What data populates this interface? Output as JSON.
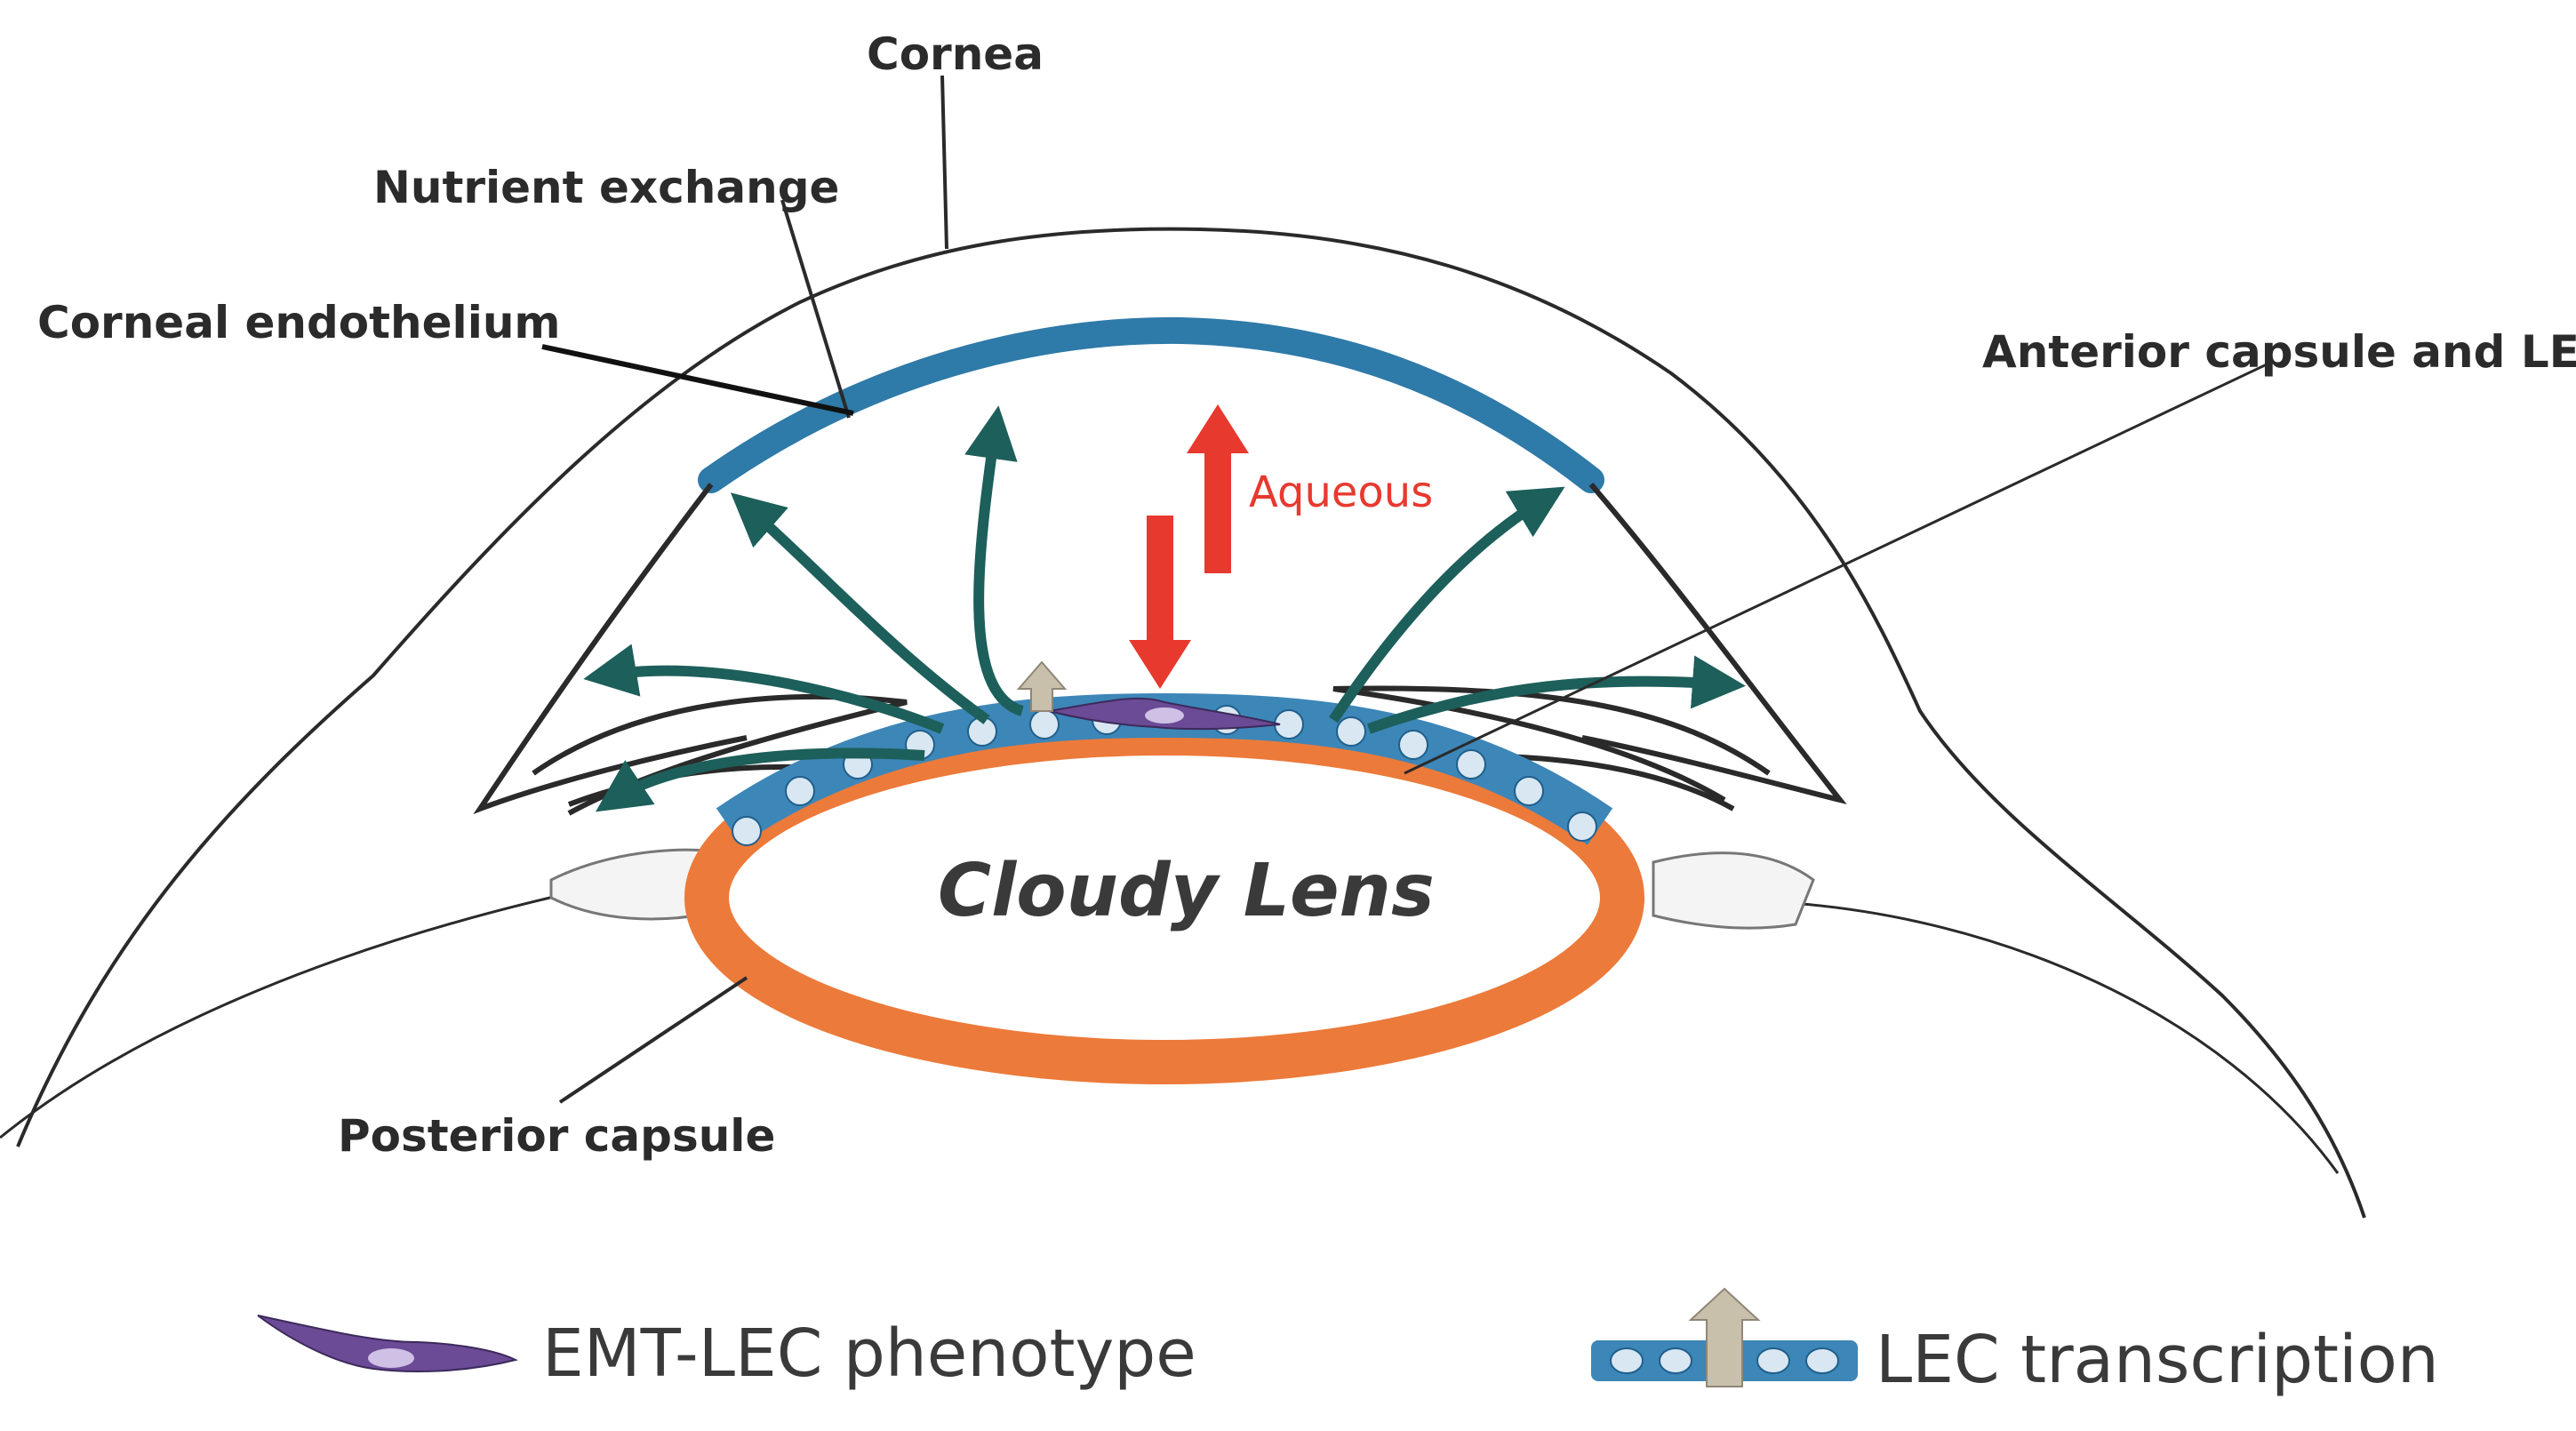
{
  "labels": {
    "cornea": "Cornea",
    "nutrient_exchange": "Nutrient exchange",
    "corneal_endothelium": "Corneal endothelium",
    "anterior_capsule": "Anterior capsule and LEC",
    "aqueous": "Aqueous",
    "cloudy_lens": "Cloudy Lens",
    "posterior_capsule": "Posterior capsule"
  },
  "legend": {
    "emt": "EMT-LEC phenotype",
    "lec": "LEC transcription"
  },
  "colors": {
    "endothelium": "#2e7aa8",
    "arrows": "#1d5f5a",
    "aqueous": "#e8392f",
    "capsule": "#ec7a3a",
    "lec_cell": "#3d86b8",
    "emt_cell": "#6b4a96",
    "outline": "#2a2a2a"
  }
}
